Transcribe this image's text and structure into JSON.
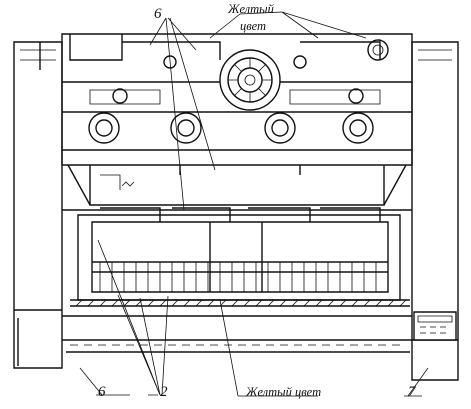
{
  "labels": {
    "top_num": "6",
    "top_note_line1": "Желтый",
    "top_note_line2": "цвет",
    "bottom_num_left": "6",
    "bottom_num_mid": "2",
    "bottom_note": "Желтый цвет",
    "bottom_num_right": "7"
  },
  "colors": {
    "ink": "#111111",
    "paper": "#ffffff"
  }
}
